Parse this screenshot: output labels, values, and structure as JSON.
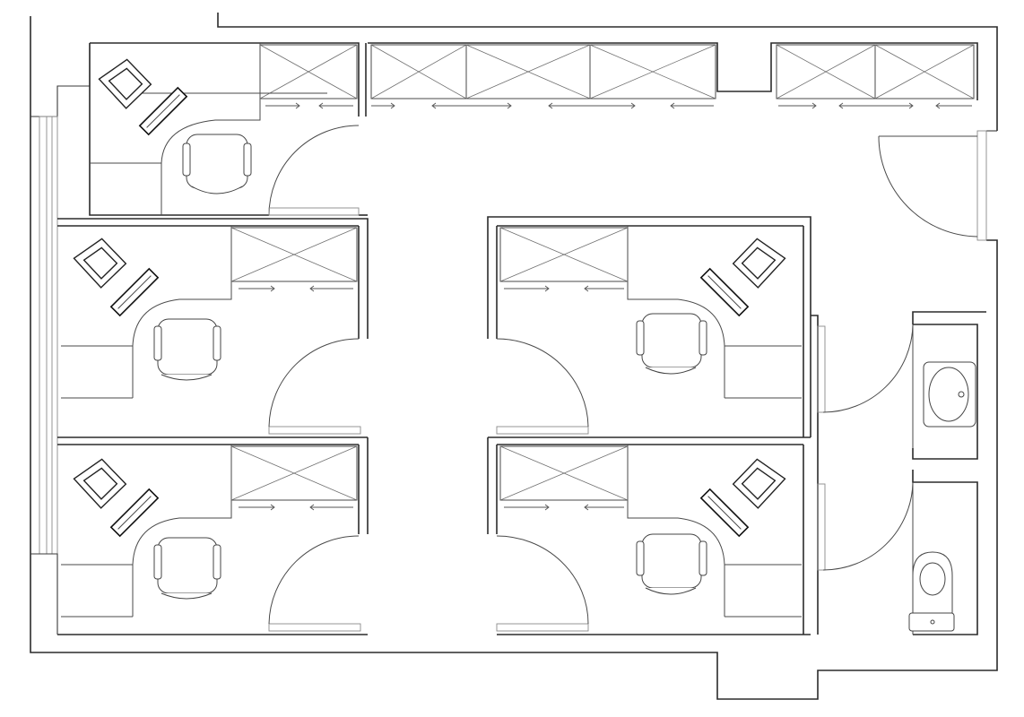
{
  "drawing": {
    "type": "office-floor-plan",
    "rooms": [
      {
        "id": "office-top-left",
        "kind": "office"
      },
      {
        "id": "office-mid-left",
        "kind": "office"
      },
      {
        "id": "office-bottom-left",
        "kind": "office"
      },
      {
        "id": "office-mid-right",
        "kind": "office"
      },
      {
        "id": "office-bottom-right",
        "kind": "office"
      },
      {
        "id": "washroom-sink",
        "kind": "washroom"
      },
      {
        "id": "washroom-toilet",
        "kind": "washroom"
      }
    ],
    "corridor": {
      "kind": "central-corridor"
    },
    "colors": {
      "line": "#2b2b2b",
      "background": "#ffffff",
      "glass": "#8a8a8a"
    }
  }
}
